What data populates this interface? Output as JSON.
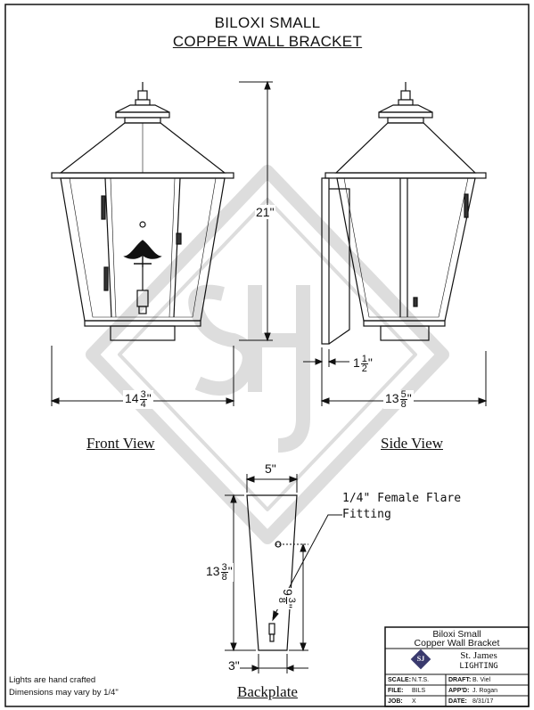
{
  "title": {
    "line1": "BILOXI SMALL",
    "line2": "COPPER WALL BRACKET"
  },
  "views": {
    "front": "Front View",
    "side": "Side View",
    "backplate": "Backplate"
  },
  "dimensions": {
    "height": "21\"",
    "front_width": {
      "whole": "14",
      "num": "3",
      "den": "4",
      "unit": "\""
    },
    "side_depth": {
      "whole": "13",
      "num": "5",
      "den": "8",
      "unit": "\""
    },
    "bracket_offset": {
      "whole": "1",
      "num": "1",
      "den": "2",
      "unit": "\""
    },
    "backplate_top": "5\"",
    "backplate_bottom": "3\"",
    "backplate_height": {
      "whole": "13",
      "num": "3",
      "den": "8",
      "unit": "\""
    },
    "fitting_height": {
      "whole": "9",
      "num": "3",
      "den": "8",
      "unit": "\""
    }
  },
  "callout": {
    "line1": "1/4\" Female Flare",
    "line2": "Fitting"
  },
  "notes": {
    "line1": "Lights are hand crafted",
    "line2": "Dimensions may vary by 1/4\""
  },
  "title_block": {
    "product_line1": "Biloxi Small",
    "product_line2": "Copper Wall Bracket",
    "logo_text": "SJ",
    "company_line1": "St. James",
    "company_line2": "LIGHTING",
    "rows": [
      {
        "label1": "SCALE:",
        "value1": "N.T.S.",
        "label2": "DRAFT:",
        "value2": "B. Viel"
      },
      {
        "label1": "FILE:",
        "value1": "BILS",
        "label2": "APP'D:",
        "value2": "J. Rogan"
      },
      {
        "label1": "JOB:",
        "value1": "X",
        "label2": "DATE:",
        "value2": "8/31/17"
      }
    ]
  },
  "colors": {
    "line": "#111111",
    "watermark": "#dddddd",
    "logo": "#3a3a6e"
  }
}
